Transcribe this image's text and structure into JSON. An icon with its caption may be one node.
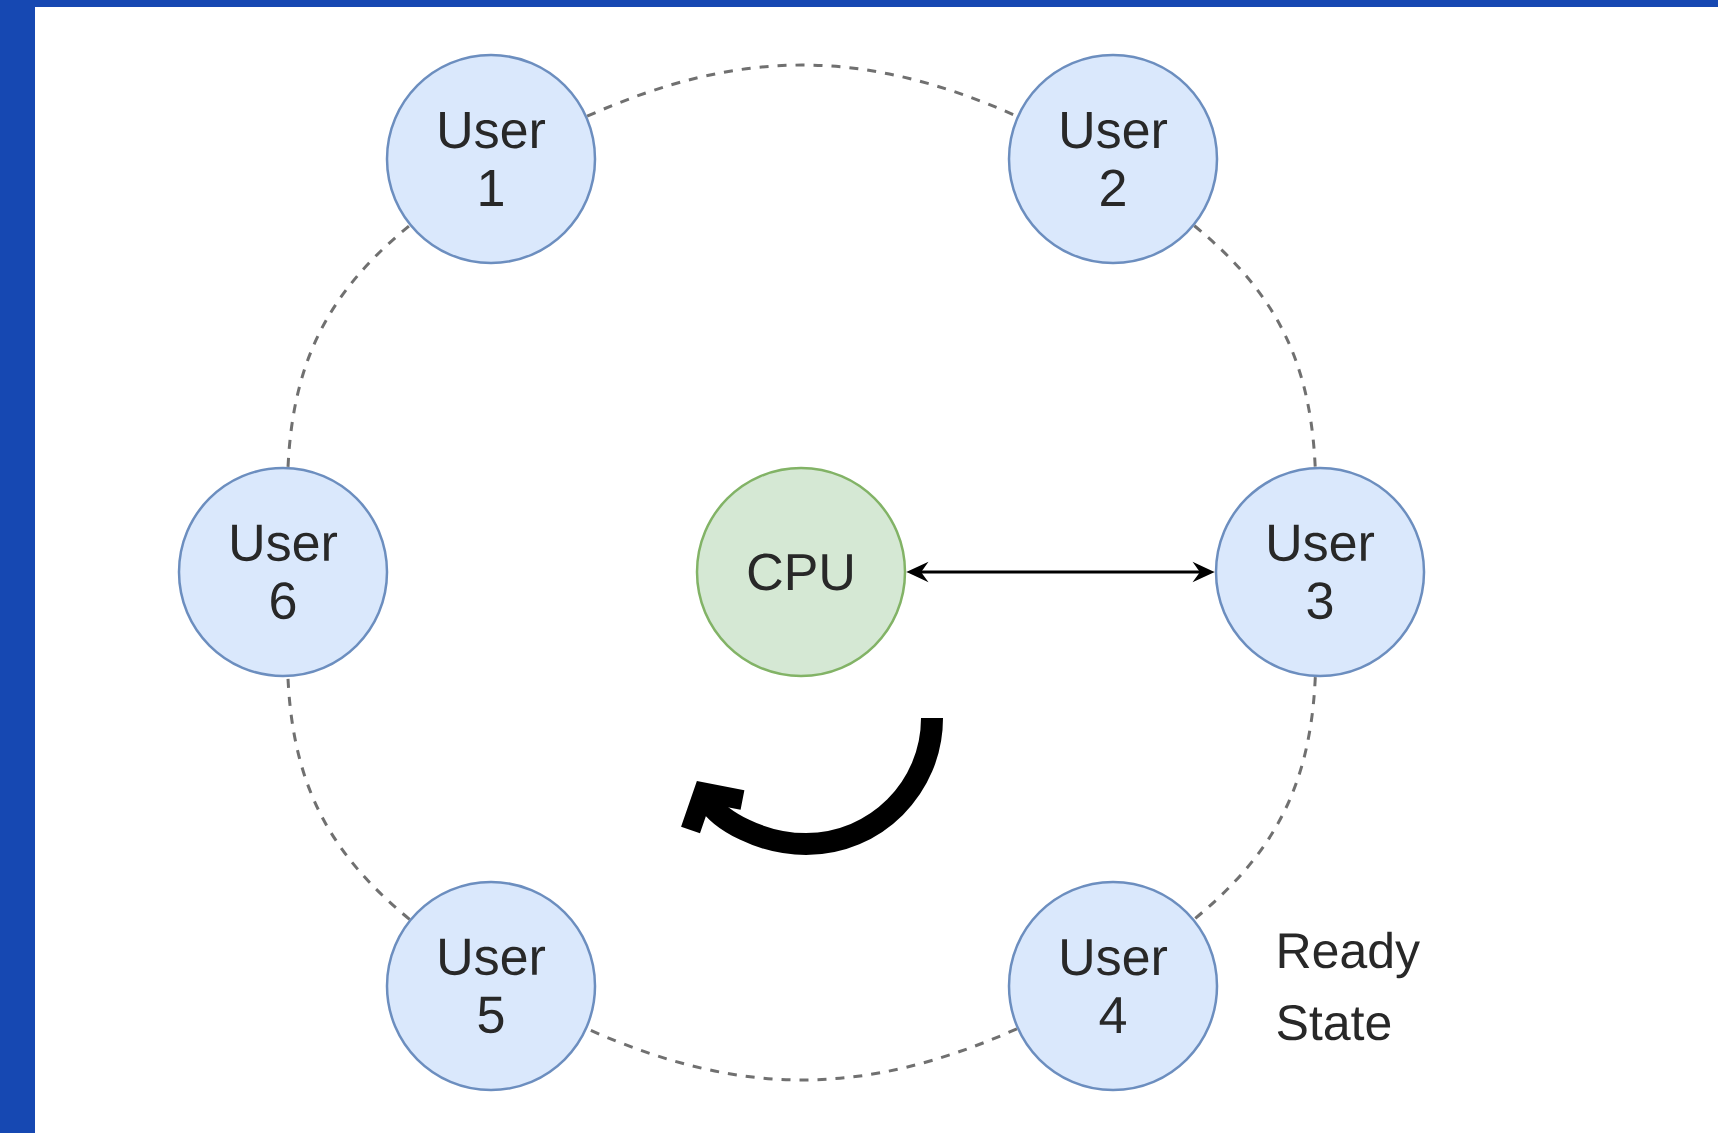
{
  "diagram": {
    "nodes": [
      {
        "text": [
          "User 1"
        ]
      },
      {
        "text": [
          "User 2"
        ]
      },
      {
        "text": [
          "User 6"
        ]
      },
      {
        "text": [
          "CPU"
        ]
      },
      {
        "text": [
          "User 3"
        ]
      },
      {
        "text": [
          "User 5"
        ]
      },
      {
        "text": [
          "User 4"
        ]
      }
    ],
    "edges": [
      {
        "from": 0,
        "to": 1,
        "arrow": "none",
        "style": "dashed"
      },
      {
        "from": 1,
        "to": 4,
        "arrow": "none",
        "style": "dashed"
      },
      {
        "from": 4,
        "to": 6,
        "arrow": "none",
        "style": "dashed"
      },
      {
        "from": 6,
        "to": 5,
        "arrow": "none",
        "style": "dashed"
      },
      {
        "from": 5,
        "to": 2,
        "arrow": "none",
        "style": "dashed"
      },
      {
        "from": 2,
        "to": 0,
        "arrow": "none",
        "style": "dashed"
      },
      {
        "from": 3,
        "to": 4,
        "arrow": "both",
        "color": "#000000"
      }
    ],
    "labels": [
      "Ready State"
    ]
  }
}
